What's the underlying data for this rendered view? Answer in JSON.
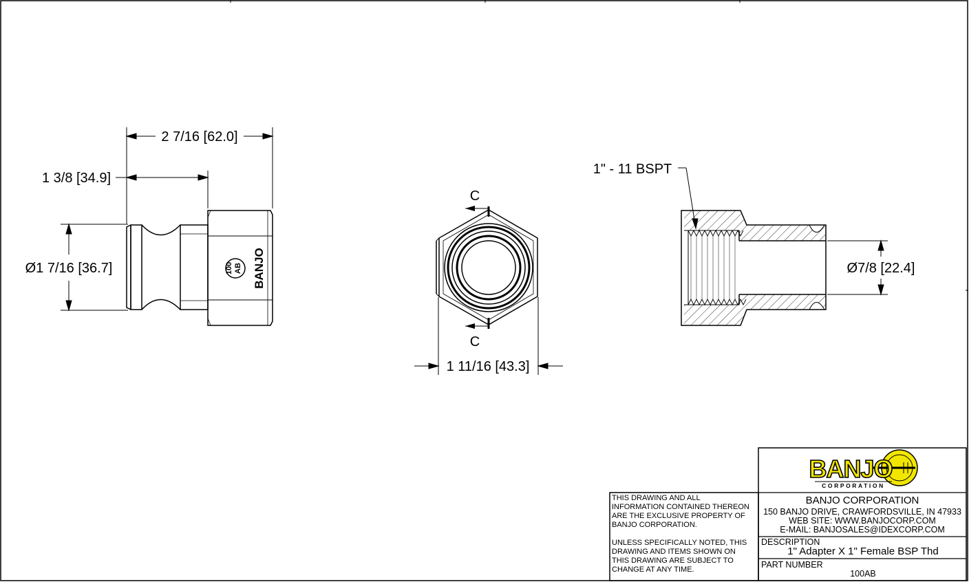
{
  "dimensions": {
    "overall_length": "2 7/16 [62.0]",
    "body_length": "1 3/8 [34.9]",
    "outer_diameter": "Ø1 7/16 [36.7]",
    "hex_width": "1 11/16 [43.3]",
    "bore_diameter": "Ø7/8 [22.4]",
    "thread": "1\" - 11 BSPT"
  },
  "section": {
    "top_label": "C",
    "bottom_label": "C"
  },
  "part_marking": {
    "brand": "BANJO",
    "code_top": "100",
    "code_bottom": "AB"
  },
  "title_block": {
    "logo_text": "BANJO",
    "logo_subtext": "CORPORATION",
    "notice_1": [
      "THIS DRAWING AND ALL",
      "INFORMATION CONTAINED THEREON",
      "ARE THE EXCLUSIVE PROPERTY OF",
      "BANJO CORPORATION."
    ],
    "notice_2": [
      "UNLESS SPECIFICALLY NOTED, THIS",
      "DRAWING AND ITEMS SHOWN ON",
      "THIS DRAWING ARE SUBJECT TO",
      "CHANGE AT ANY TIME."
    ],
    "company_name": "BANJO CORPORATION",
    "address": "150 BANJO DRIVE, CRAWFORDSVILLE, IN 47933",
    "website": "WEB SITE: WWW.BANJOCORP.COM",
    "email": "E-MAIL: BANJOSALES@IDEXCORP.COM",
    "description_label": "DESCRIPTION",
    "description": "1\" Adapter X 1\" Female BSP Thd",
    "part_number_label": "PART NUMBER",
    "part_number": "100AB"
  },
  "colors": {
    "logo_yellow": "#f2e600",
    "line": "#000000"
  }
}
